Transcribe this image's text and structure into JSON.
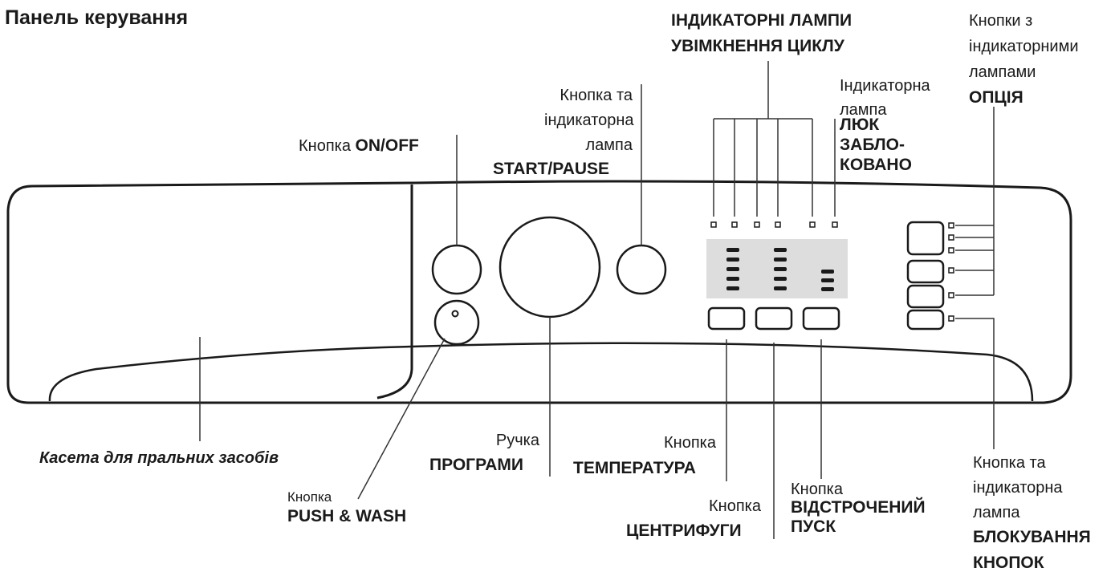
{
  "title": "Панель керування",
  "labels": {
    "indicator_lamps": [
      "ІНДИКАТОРНІ ЛАМПИ",
      "УВІМКНЕННЯ ЦИКЛУ"
    ],
    "option_buttons": [
      "Кнопки з",
      "індикаторними",
      "лампами"
    ],
    "option_buttons_bold": "ОПЦІЯ",
    "door_lock_prefix": [
      "Індикаторна",
      "лампа"
    ],
    "door_lock_bold": [
      "ЛЮК",
      "ЗАБЛО-",
      "КОВАНО"
    ],
    "start_pause": [
      "Кнопка та",
      "індикаторна",
      "лампа"
    ],
    "start_pause_bold": "START/PAUSE",
    "on_off_prefix": "Кнопка ",
    "on_off_bold": "ON/OFF",
    "detergent": "Касета для пральних засобів",
    "push_wash_prefix": "Кнопка",
    "push_wash_bold": "PUSH & WASH",
    "program_prefix": "Ручка",
    "program_bold": "ПРОГРАМИ",
    "temperature_prefix": "Кнопка",
    "temperature_bold": "ТЕМПЕРАТУРА",
    "spin_prefix": "Кнопка",
    "spin_bold": "ЦЕНТРИФУГИ",
    "delay_prefix": "Кнопка",
    "delay_bold": [
      "ВІДСТРОЧЕНИЙ",
      "ПУСК"
    ],
    "key_lock": [
      "Кнопка та",
      "індикаторна",
      "лампа"
    ],
    "key_lock_bold": [
      "БЛОКУВАННЯ",
      "КНОПОК"
    ]
  },
  "colors": {
    "stroke": "#1a1a1a",
    "display": "#dddddd",
    "text": "#1a1a1a"
  }
}
